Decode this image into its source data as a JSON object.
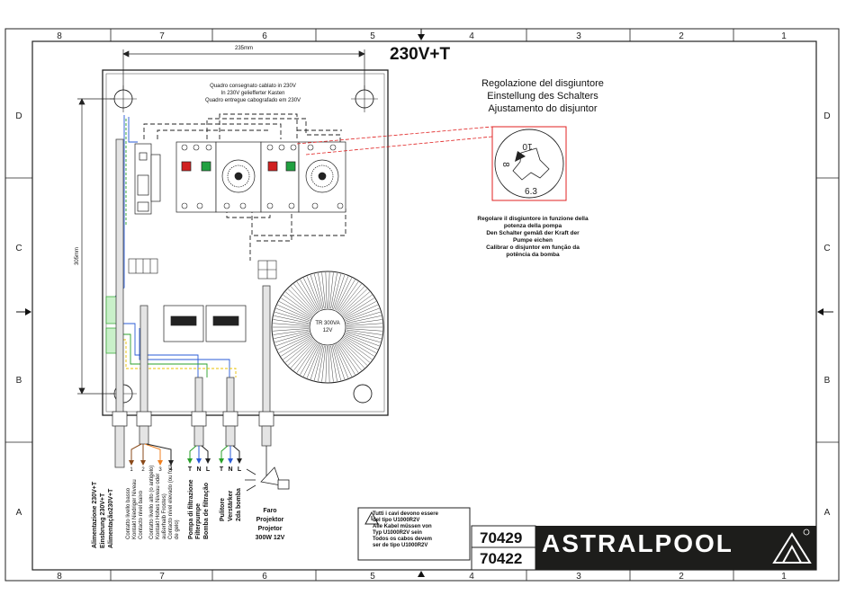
{
  "header": {
    "voltage_title": "230V+T"
  },
  "zones_top": [
    "8",
    "7",
    "6",
    "5",
    "4",
    "3",
    "2",
    "1"
  ],
  "zones_side": [
    "D",
    "C",
    "B",
    "A"
  ],
  "dimensions": {
    "width_label": "235mm",
    "height_label": "305mm"
  },
  "panel_caption": {
    "line1": "Quadro consegnato cablato in 230V",
    "line2": "In 230V geliefferter Kasten",
    "line3": "Quadro entregue cabografado em 230V"
  },
  "regulation": {
    "line1": "Regolazione del disgiuntore",
    "line2": "Einstellung des Schalters",
    "line3": "Ajustamento do disjuntor",
    "dial_top": "10",
    "dial_left": "8",
    "dial_bottom": "6.3",
    "note1": "Regolare il disgiuntore in funzione della",
    "note2": "potenza della pompa",
    "note3": "Den Schalter gemäß der Kraft der",
    "note4": "Pumpe eichen",
    "note5": "Calibrar o disjuntor em função da",
    "note6": "potência da bomba"
  },
  "transformer": {
    "line1": "TR  300VA",
    "line2": "12V"
  },
  "cable_labels": {
    "supply": [
      "Alimentazione 230V+T",
      "Einsbrung 230V+T",
      "Alimentação230V+T"
    ],
    "level": [
      "Contatto livello basso",
      "Kontakt Niedriger Niveau",
      "Contacto nivel baixo"
    ],
    "level_high": [
      "Contatto livello alto (o antigelo)",
      "Kontakt Hohes Niveau oder",
      "außerhalb Frostes)",
      "Contacto nível elevado (ou fora",
      "de gelo)"
    ],
    "pump": [
      "Pompa di filtrazione",
      "Filterpumpe",
      "Bomba de filtração"
    ],
    "cleaner": [
      "Pulitore",
      "Verstärker",
      "2da bomba"
    ],
    "light": [
      "Faro",
      "Projektor",
      "Projetor",
      "300W 12V"
    ]
  },
  "terminal_letters": {
    "t": "T",
    "n": "N",
    "l": "L"
  },
  "terminal_numbers": [
    "1",
    "2",
    "3",
    "4"
  ],
  "warning": {
    "lines": [
      "Tutti i cavi devono essere",
      "del tipo U1000R2V",
      "Alle Kabel müssen von",
      "Typ U1000R2V sein",
      "Todos os cabos devem",
      "ser de tipo U1000R2V"
    ]
  },
  "codes": {
    "code1": "70429",
    "code2": "70422"
  },
  "brand": {
    "name": "ASTRALPOOL",
    "background": "#1d1d1b"
  },
  "colors": {
    "callout_red": "#e02020",
    "wire_blue": "#2a5bd7",
    "wire_green": "#2aa02a",
    "wire_yellow": "#e8c000",
    "wire_brown": "#8a4a1a",
    "wire_orange": "#f08020",
    "relay_red": "#d02020",
    "relay_green": "#20a040"
  }
}
